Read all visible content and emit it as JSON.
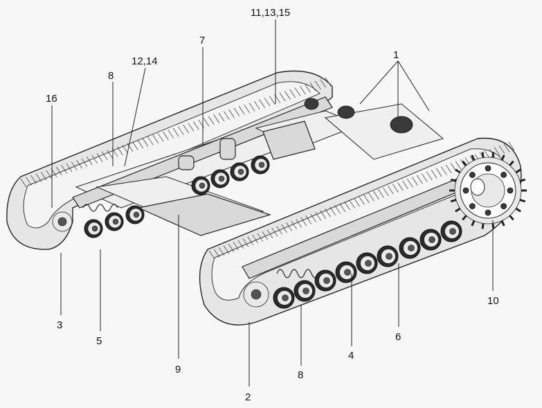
{
  "diagram": {
    "callouts": [
      {
        "id": "c1",
        "text": "1"
      },
      {
        "id": "c2",
        "text": "2"
      },
      {
        "id": "c3",
        "text": "3"
      },
      {
        "id": "c4",
        "text": "4"
      },
      {
        "id": "c5",
        "text": "5"
      },
      {
        "id": "c6",
        "text": "6"
      },
      {
        "id": "c7",
        "text": "7"
      },
      {
        "id": "c8a",
        "text": "8"
      },
      {
        "id": "c8b",
        "text": "8"
      },
      {
        "id": "c9",
        "text": "9"
      },
      {
        "id": "c10",
        "text": "10"
      },
      {
        "id": "c11",
        "text": "11,13,15"
      },
      {
        "id": "c12",
        "text": "12,14"
      },
      {
        "id": "c16",
        "text": "16"
      }
    ]
  }
}
